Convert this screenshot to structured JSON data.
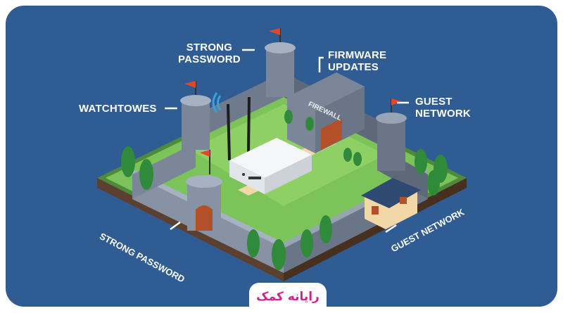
{
  "labels": {
    "strong_password_top_line1": "STRONG",
    "strong_password_top_line2": "PASSWORD",
    "firmware_line1": "FIRMWARE",
    "firmware_line2": "UPDATES",
    "watchtowes": "WATCHTOWES",
    "guest_line1": "GUEST",
    "guest_line2": "NETWORK",
    "firewall_sign": "FIREWALL",
    "strong_password_bottom": "STRONG PASSWORD",
    "guest_network_bottom": "GUEST NETWORK"
  },
  "brand": {
    "logo_text": "رایانه کمک"
  },
  "colors": {
    "background": "#2f5c93",
    "grass": "#7cc35a",
    "wall": "#7b8799",
    "flag": "#e8442a",
    "brand_pink": "#d2238c"
  }
}
